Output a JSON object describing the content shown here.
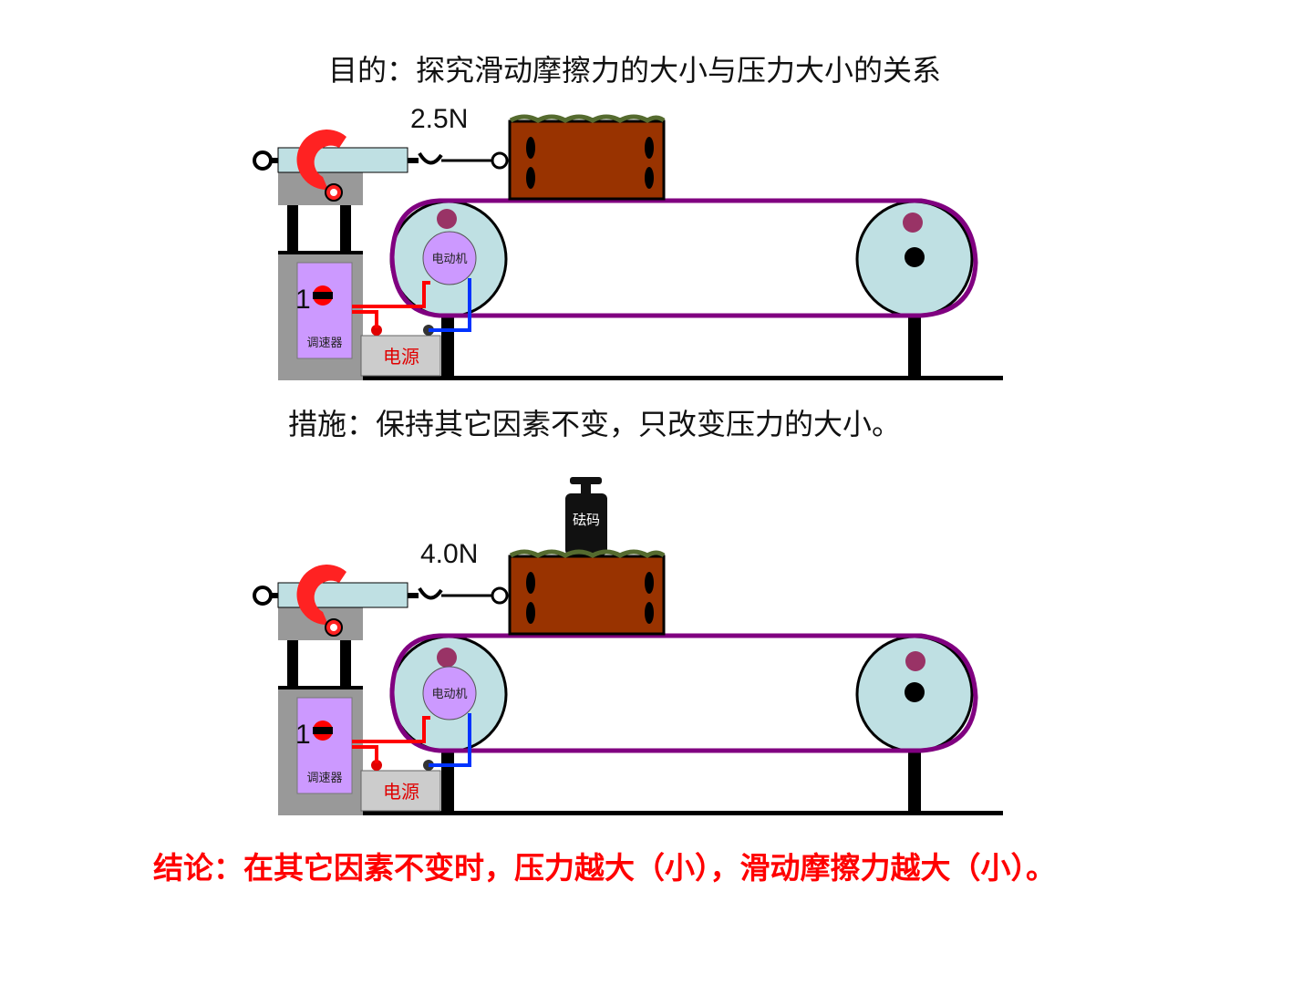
{
  "title": "目的：探究滑动摩擦力的大小与压力大小的关系",
  "measure": "措施：保持其它因素不变，只改变压力的大小。",
  "conclusion": "结论：在其它因素不变时，压力越大（小），滑动摩擦力越大（小）。",
  "setups": [
    {
      "reading": "2.5N",
      "motor_label": "电动机",
      "speed_controller_label": "调速器",
      "power_label": "电源",
      "dial_value": "1",
      "weight_label": ""
    },
    {
      "reading": "4.0N",
      "motor_label": "电动机",
      "speed_controller_label": "调速器",
      "power_label": "电源",
      "dial_value": "1",
      "weight_label": "砝码"
    }
  ],
  "colors": {
    "block": "#993300",
    "belt": "#800080",
    "pulley": "#bfe0e3",
    "spring_scale": "#bfe0e3",
    "hook": "#ff2222",
    "controller": "#cc99ff",
    "frame": "#999999",
    "power_box": "#cccccc",
    "red_wire": "#ff0000",
    "blue_wire": "#0033ff",
    "weight": "#111111"
  }
}
